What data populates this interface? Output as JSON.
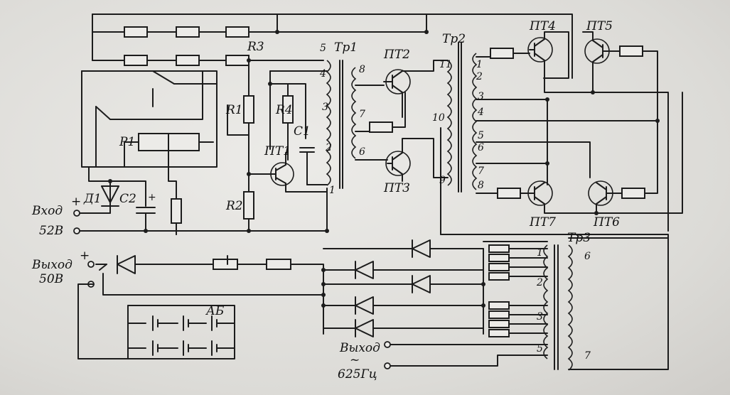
{
  "labels": {
    "input": "Вход",
    "input_voltage": "52В",
    "output_dc": "Выход",
    "output_dc_voltage": "50В",
    "output_ac": "Выход",
    "output_ac_tilde": "~",
    "output_ac_freq": "625Гц",
    "plus1": "+",
    "plus2": "+",
    "plus3": "+"
  },
  "components": {
    "r1": "R1",
    "r2": "R2",
    "r3": "R3",
    "r4": "R4",
    "c1": "C1",
    "c2": "C2",
    "d1": "Д1",
    "p1": "P1",
    "ab": "АБ",
    "pt1": "ПТ1",
    "pt2": "ПТ2",
    "pt3": "ПТ3",
    "pt4": "ПТ4",
    "pt5": "ПТ5",
    "pt6": "ПТ6",
    "pt7": "ПТ7",
    "tr1": "Тр1",
    "tr2": "Тр2",
    "tr3": "Тр3"
  },
  "tr1_pins": {
    "p1": "1",
    "p2": "2",
    "p3": "3",
    "p4": "4",
    "p5": "5",
    "p6": "6",
    "p7": "7",
    "p8": "8",
    "p9": "9",
    "p10": "10",
    "p11": "11"
  },
  "tr2_pins": {
    "p1": "1",
    "p2": "2",
    "p3": "3",
    "p4": "4",
    "p5": "5",
    "p6": "6",
    "p7": "7",
    "p8": "8"
  },
  "tr3_pins": {
    "p1": "1",
    "p2": "2",
    "p3": "3",
    "p5": "5",
    "p6": "6",
    "p7": "7"
  }
}
